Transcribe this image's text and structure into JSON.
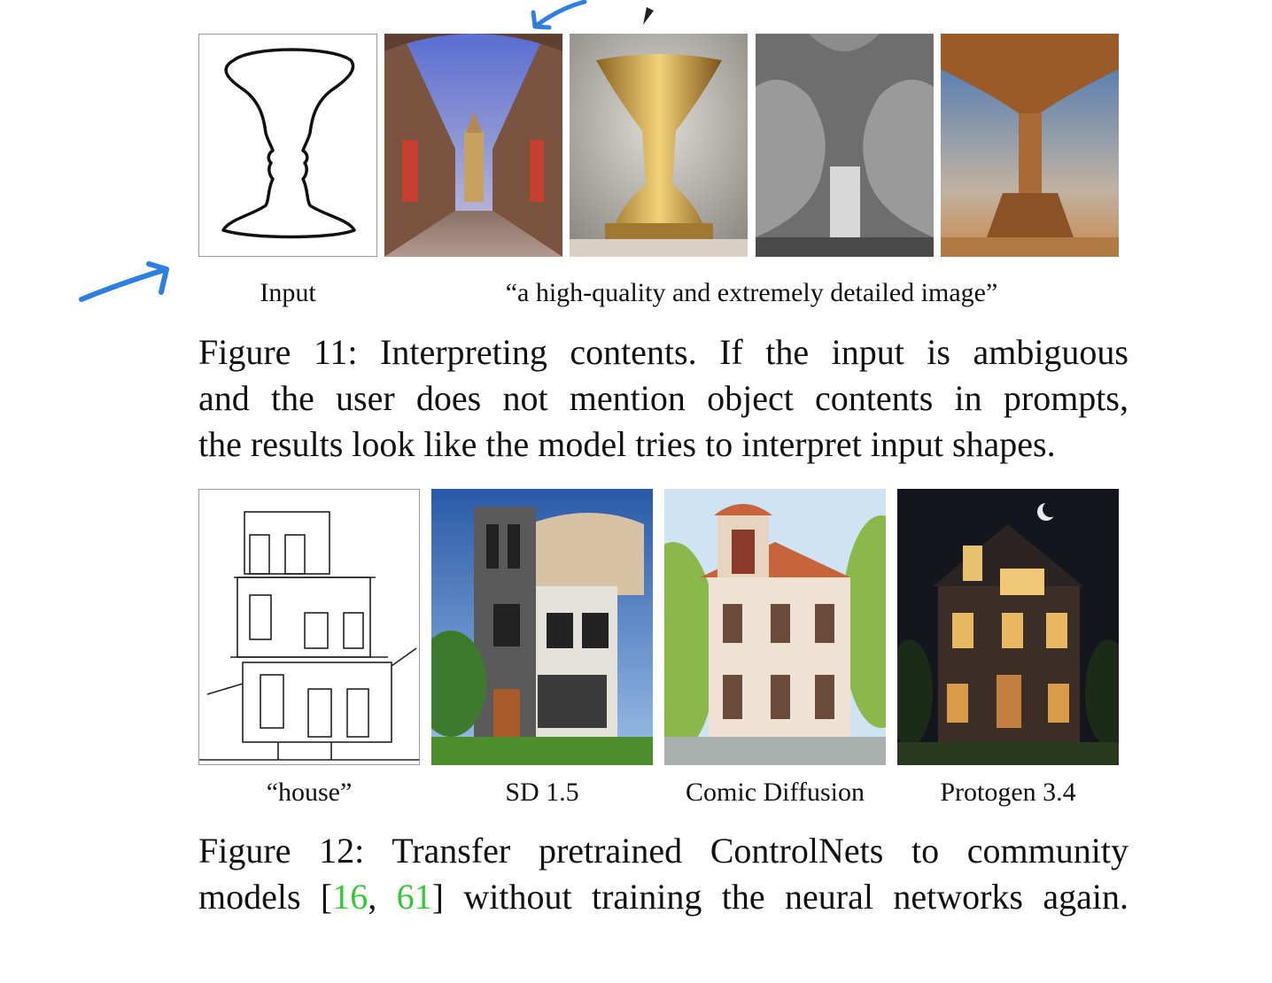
{
  "figure11": {
    "input_label": "Input",
    "prompt_label": "“a high-quality and extremely detailed image”",
    "caption_lines": [
      "Figure 11: Interpreting contents. If the input is ambiguous",
      "and the user does not mention object contents in prompts,",
      "the results look like the model tries to interpret input shapes."
    ]
  },
  "figure12": {
    "labels": [
      "“house”",
      "SD 1.5",
      "Comic Diffusion",
      "Protogen 3.4"
    ],
    "caption_line1": "Figure 12: Transfer pretrained ControlNets to community",
    "caption_line2_pre": "models [",
    "cite1": "16",
    "cite_sep": ", ",
    "cite2": "61",
    "caption_line2_post": "] without training the neural networks again.",
    "cite_color": "#34c934"
  },
  "annotation_color": "#2f7fe0"
}
